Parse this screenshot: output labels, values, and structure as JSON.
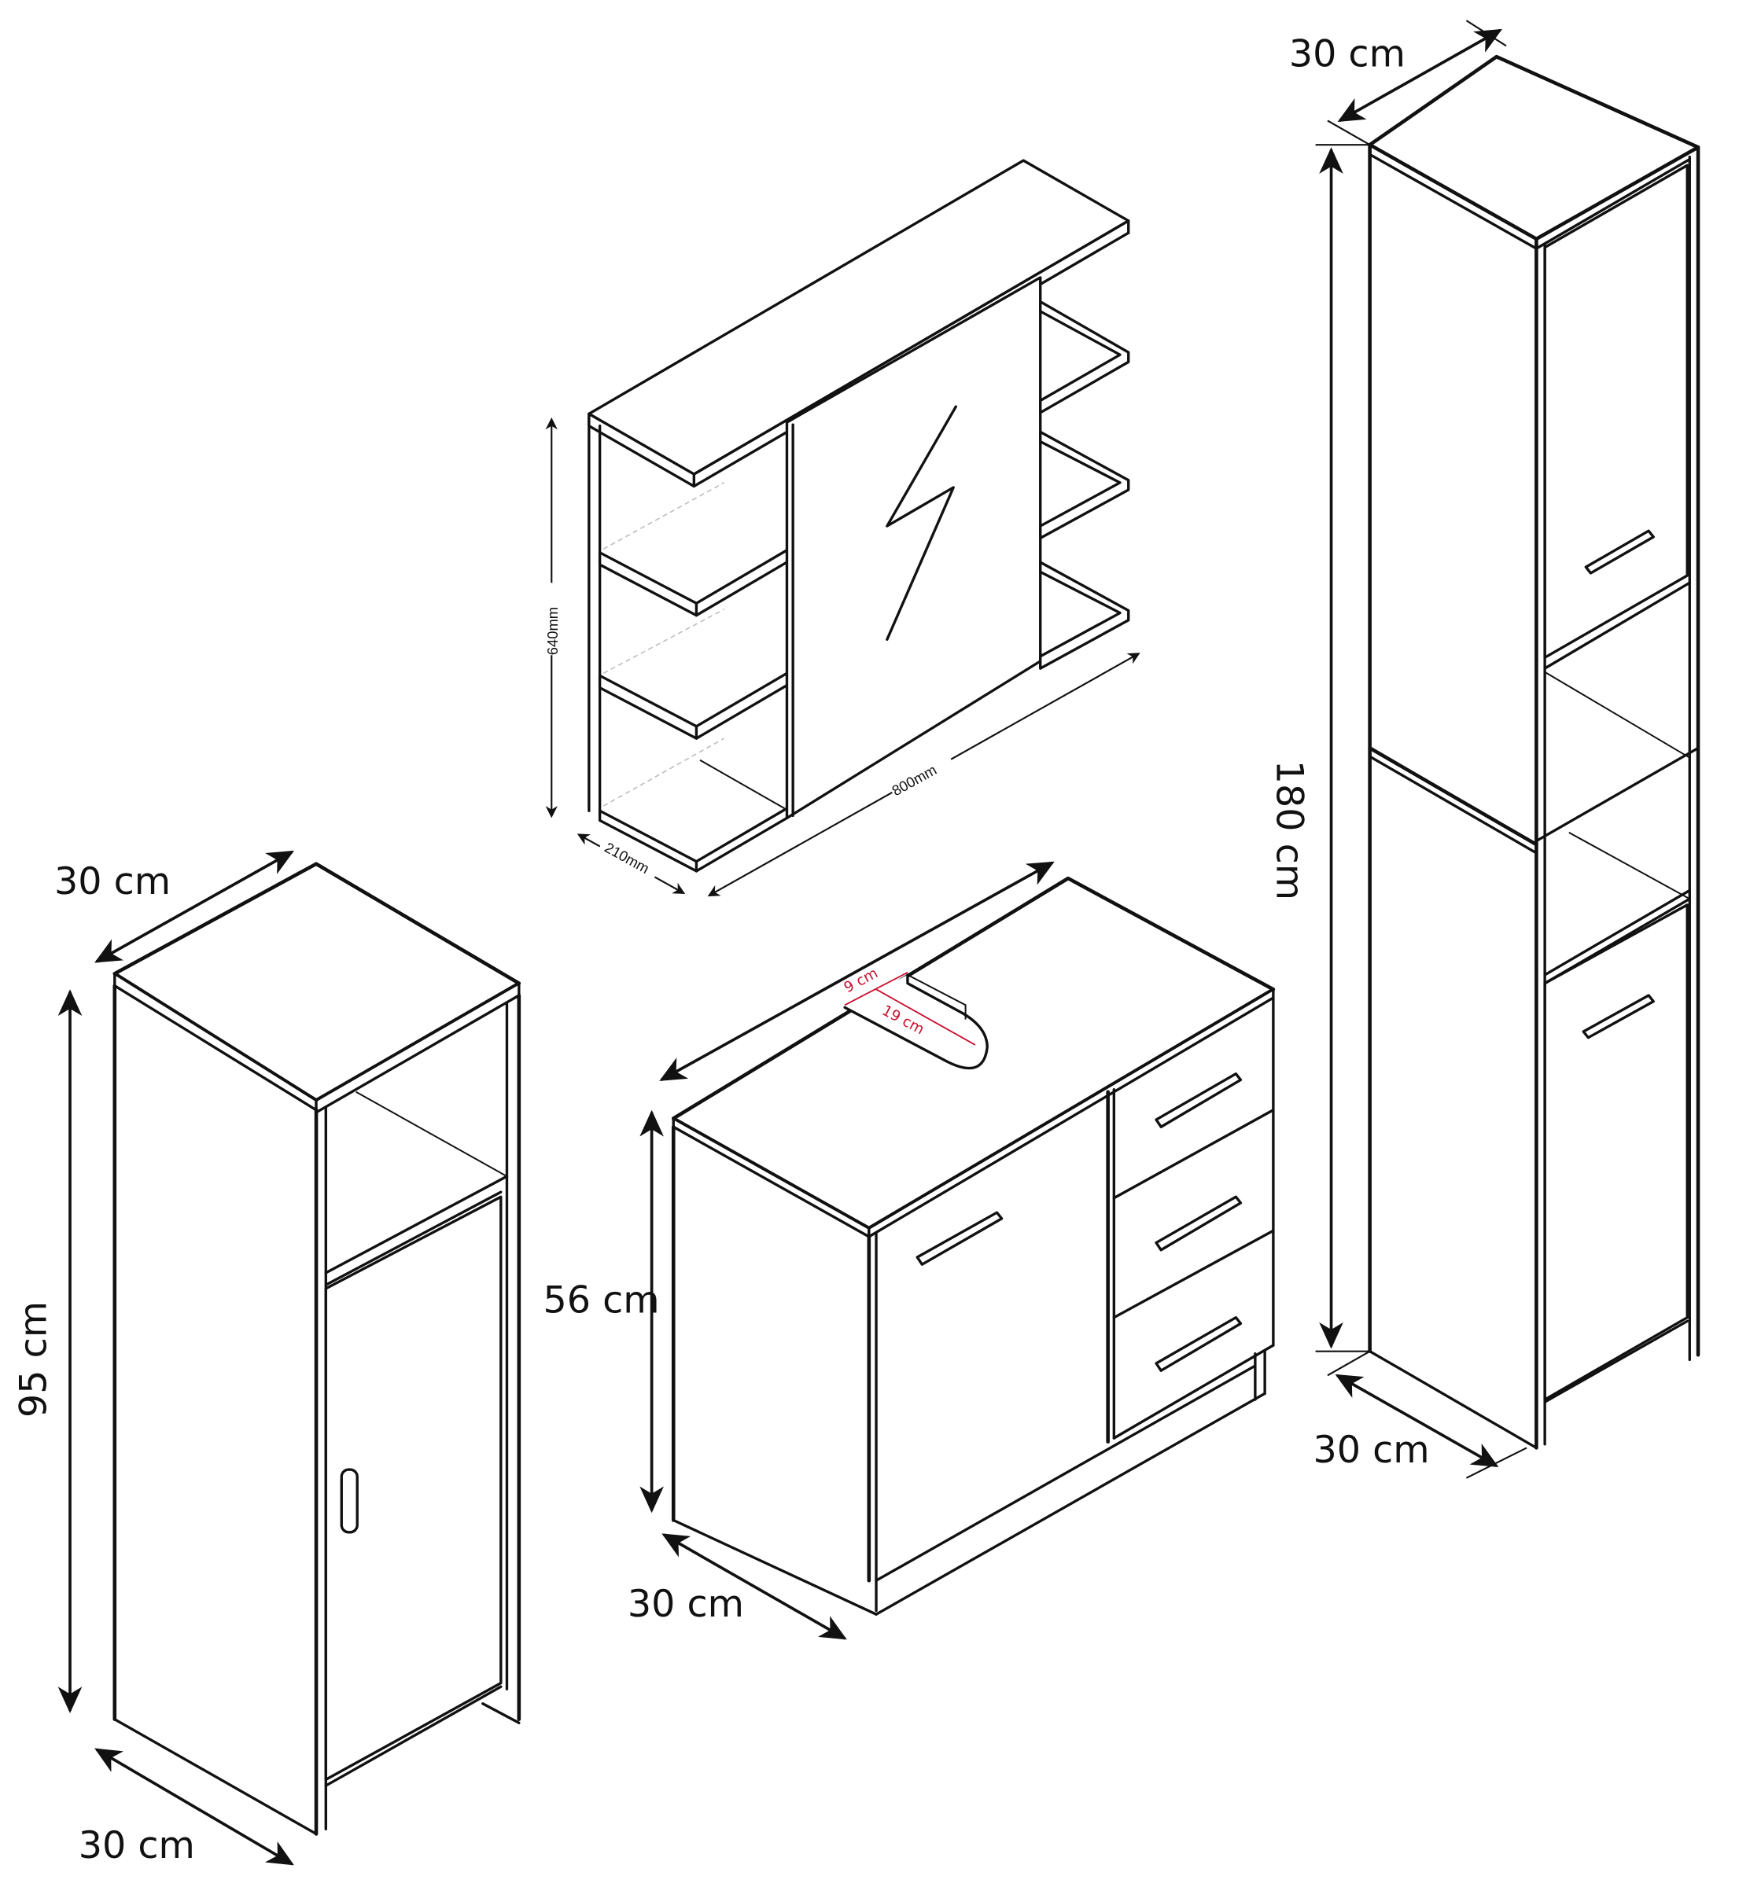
{
  "colors": {
    "line": "#111111",
    "background": "#ffffff",
    "annotation_red": "#c8102e"
  },
  "mirror_cabinet": {
    "height_label": "640mm",
    "width_label": "800mm",
    "depth_label": "210mm",
    "symbol": "lightning-bolt"
  },
  "tall_cabinet": {
    "top_depth_label": "30 cm",
    "height_label": "180 cm",
    "bottom_depth_label": "30 cm"
  },
  "small_cabinet": {
    "top_depth_label": "30 cm",
    "height_label": "95 cm",
    "bottom_depth_label": "30 cm"
  },
  "vanity_unit": {
    "height_label": "56 cm",
    "depth_label": "30 cm",
    "cutout": {
      "width_label": "9 cm",
      "depth_label": "19 cm"
    }
  }
}
